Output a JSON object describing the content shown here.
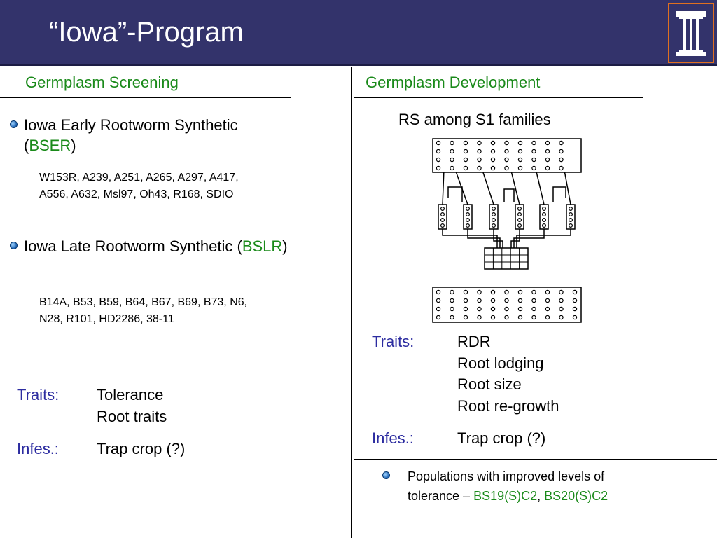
{
  "slide": {
    "title": "“Iowa”-Program",
    "left": {
      "heading": "Germplasm Screening",
      "item1": {
        "text_line1": "Iowa Early Rootworm Synthetic",
        "paren_open": "(",
        "code": "BSER",
        "paren_close": ")",
        "lines_line1": "W153R, A239, A251, A265, A297, A417,",
        "lines_line2": "A556, A632, Msl97, Oh43, R168, SDIO"
      },
      "item2": {
        "text": "Iowa Late Rootworm Synthetic (",
        "code": "BSLR",
        "paren_close": ")",
        "lines_line1": "B14A, B53, B59, B64, B67, B69, B73, N6,",
        "lines_line2": "N28, R101, HD2286, 38-11"
      },
      "traits_label": "Traits:",
      "traits": [
        "Tolerance",
        "Root traits"
      ],
      "infes_label": "Infes.:",
      "infes": "Trap crop (?)"
    },
    "right": {
      "heading": "Germplasm Development",
      "diagram_caption": "RS among S1 families",
      "traits_label": "Traits:",
      "traits": [
        "RDR",
        "Root lodging",
        "Root size",
        "Root re-growth"
      ],
      "infes_label": "Infes.:",
      "infes": "Trap crop (?)",
      "bullet": {
        "line1": "Populations with improved levels of",
        "line2_prefix": "tolerance – ",
        "code1": "BS19(S)C2",
        "sep": ", ",
        "code2": "BS20(S)C2"
      }
    },
    "colors": {
      "header_bg": "#33336b",
      "heading": "#1a8a1a",
      "label": "#2c2ca0",
      "logo_border": "#e07020"
    },
    "icons": [
      "university-column-logo-icon",
      "bullet-icon"
    ]
  }
}
